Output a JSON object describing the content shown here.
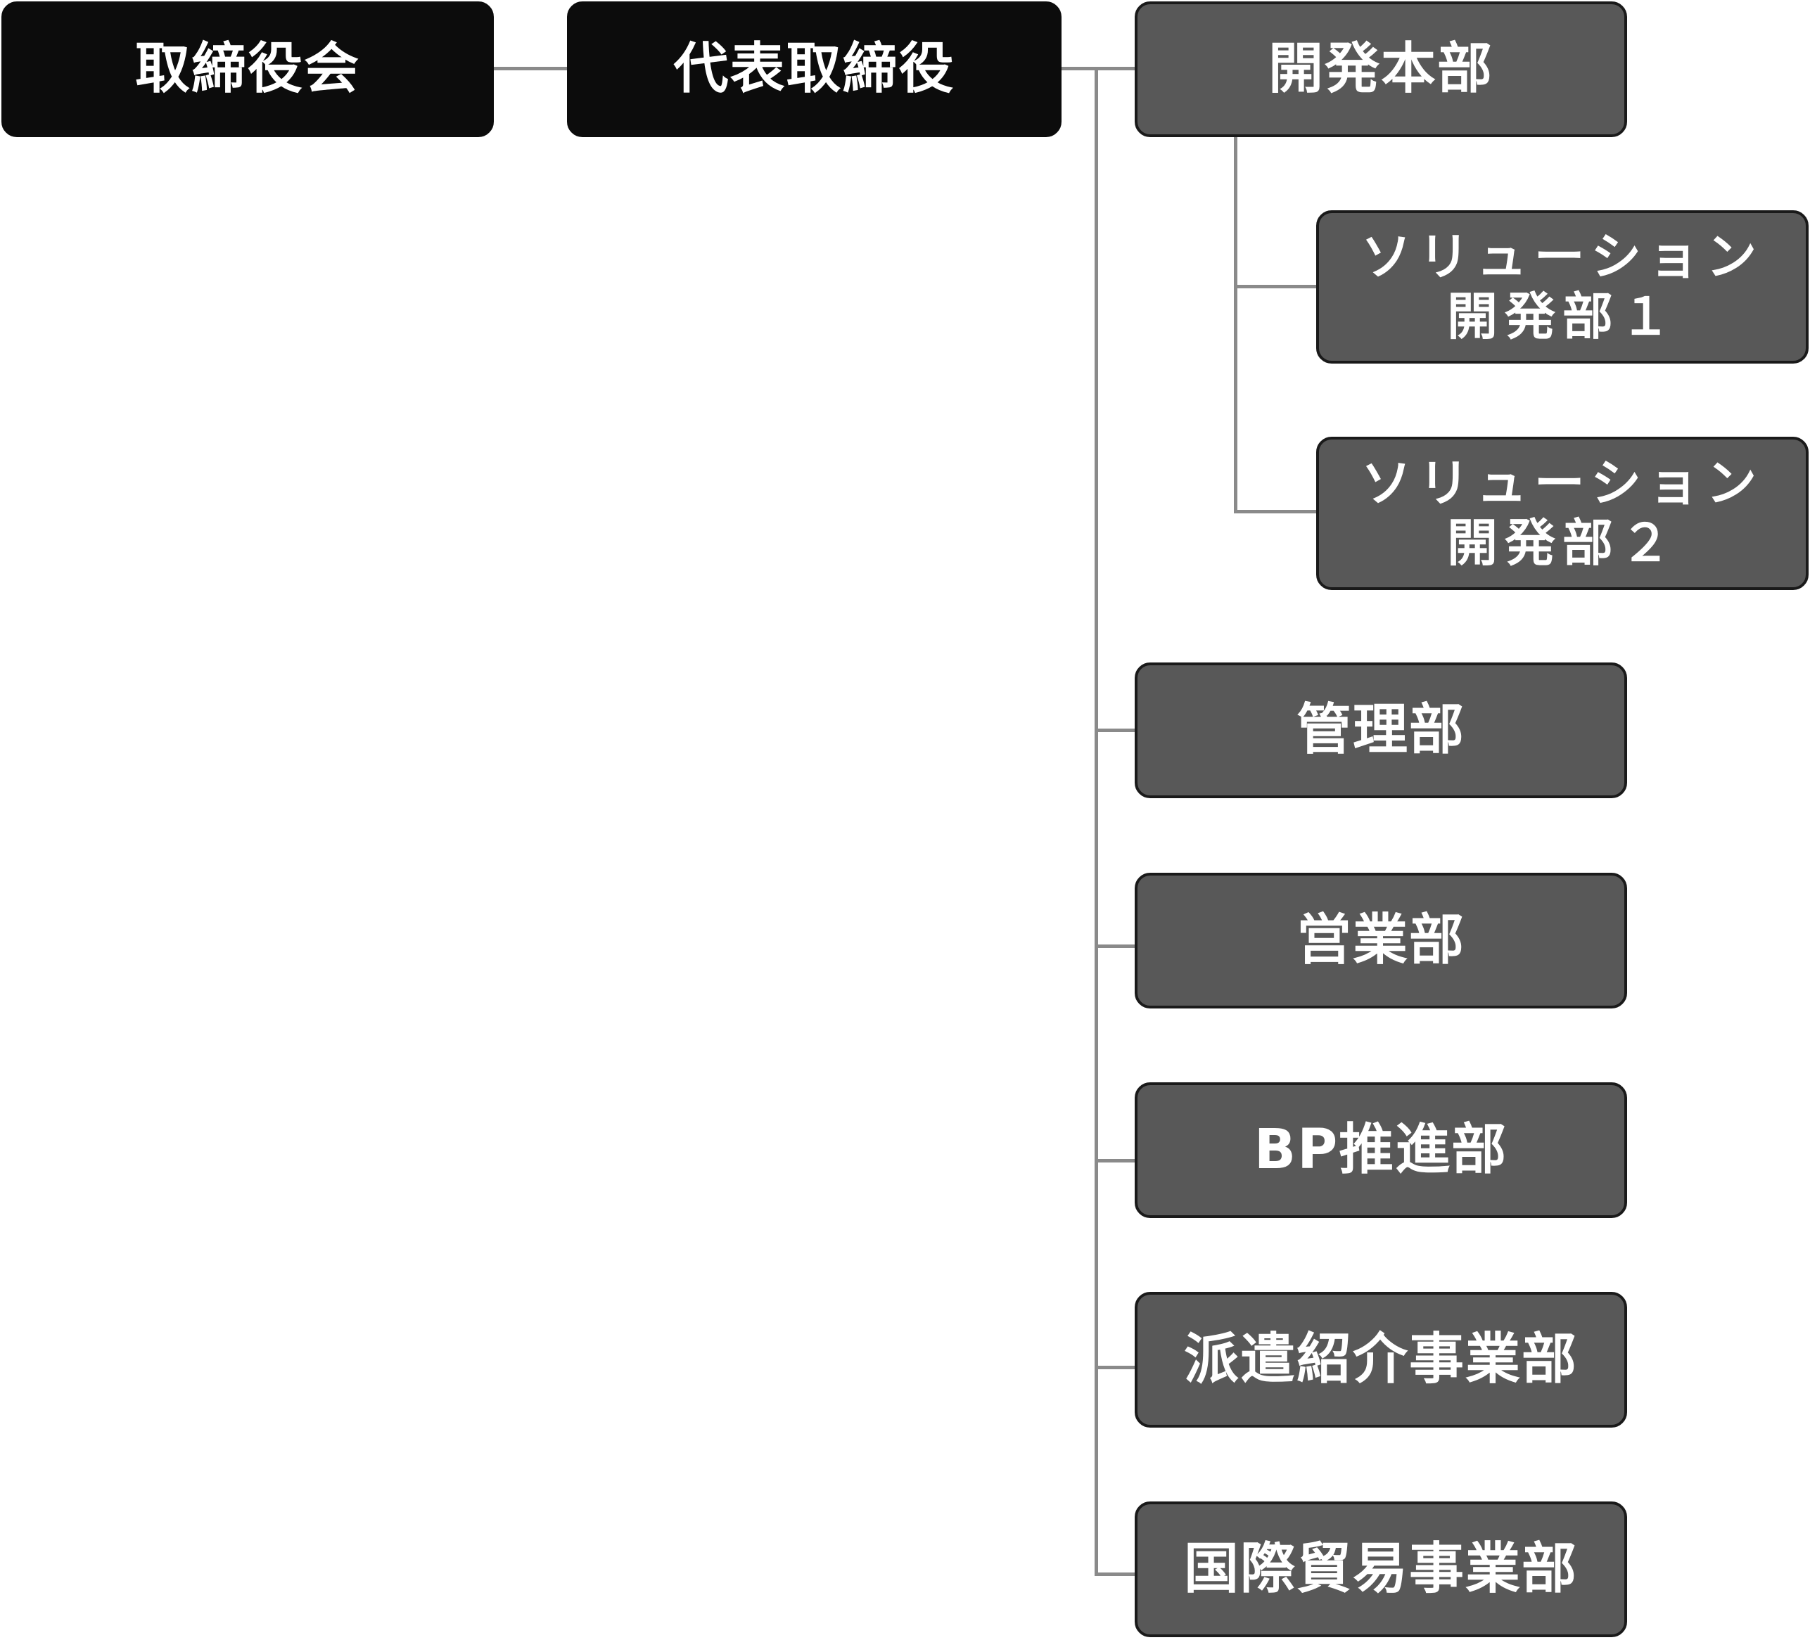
{
  "org_chart": {
    "board": {
      "label": "取締役会",
      "color": "#0c0c0c"
    },
    "ceo": {
      "label": "代表取締役",
      "color": "#0c0c0c"
    },
    "departments": [
      {
        "label": "開発本部",
        "children": [
          {
            "label": "ソリューション\n開発部１"
          },
          {
            "label": "ソリューション\n開発部２"
          }
        ]
      },
      {
        "label": "管理部"
      },
      {
        "label": "営業部"
      },
      {
        "label": "BP推進部"
      },
      {
        "label": "派遣紹介事業部"
      },
      {
        "label": "国際貿易事業部"
      }
    ],
    "department_color": "#585858",
    "connector_color": "#8a8a8a"
  }
}
